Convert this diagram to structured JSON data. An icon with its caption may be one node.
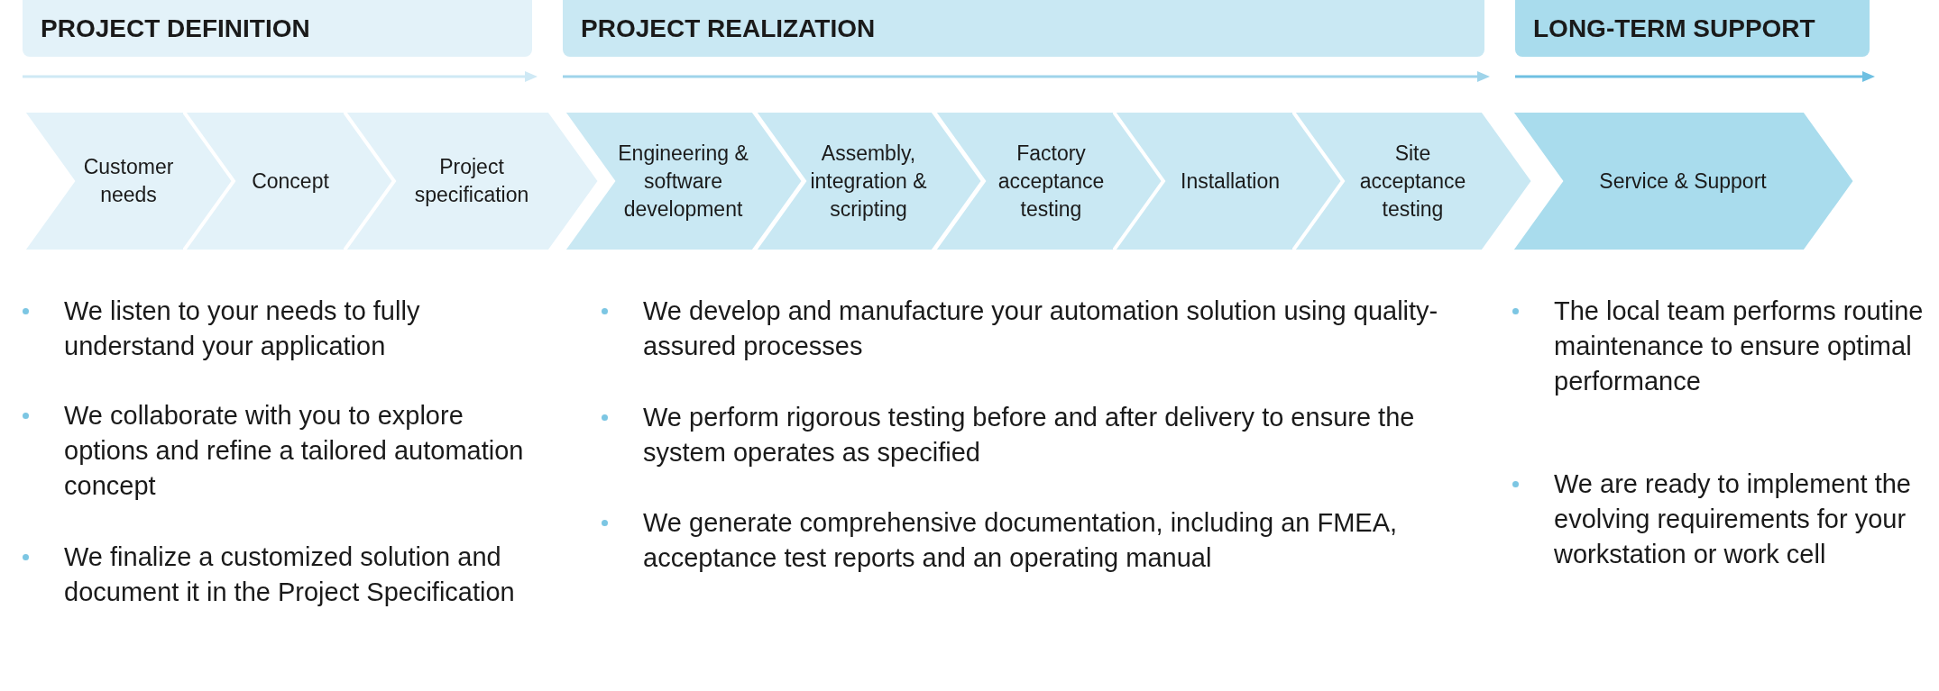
{
  "diagram": {
    "nodes": [
      {
        "text": [
          "PROJECT DEFINITION"
        ]
      },
      {
        "text": [
          "PROJECT REALIZATION"
        ]
      },
      {
        "text": [
          "LONG-TERM SUPPORT"
        ]
      },
      {
        "text": [
          "Customer needs"
        ]
      },
      {
        "text": [
          "Concept"
        ]
      },
      {
        "text": [
          "Project specification"
        ]
      },
      {
        "text": [
          "Engineering & software development"
        ]
      },
      {
        "text": [
          "Assembly, integration & scripting"
        ]
      },
      {
        "text": [
          "Factory acceptance testing"
        ]
      },
      {
        "text": [
          "Installation"
        ]
      },
      {
        "text": [
          "Site acceptance testing"
        ]
      },
      {
        "text": [
          "Service & Support"
        ]
      }
    ],
    "labels": [
      "We listen to your needs to fully understand your application",
      "We collaborate with you to explore options and refine a tailored automation concept",
      "We finalize a customized solution and document it in the Project Specification",
      "We develop and manufacture your automation solution using quality-assured processes",
      "We perform rigorous testing before and after delivery to ensure the system operates as specified",
      "We generate comprehensive documentation, including an FMEA, acceptance test reports and an operating manual",
      "The local team performs routine maintenance to ensure optimal performance",
      "We are ready to implement the evolving requirements for your workstation or work cell"
    ]
  }
}
